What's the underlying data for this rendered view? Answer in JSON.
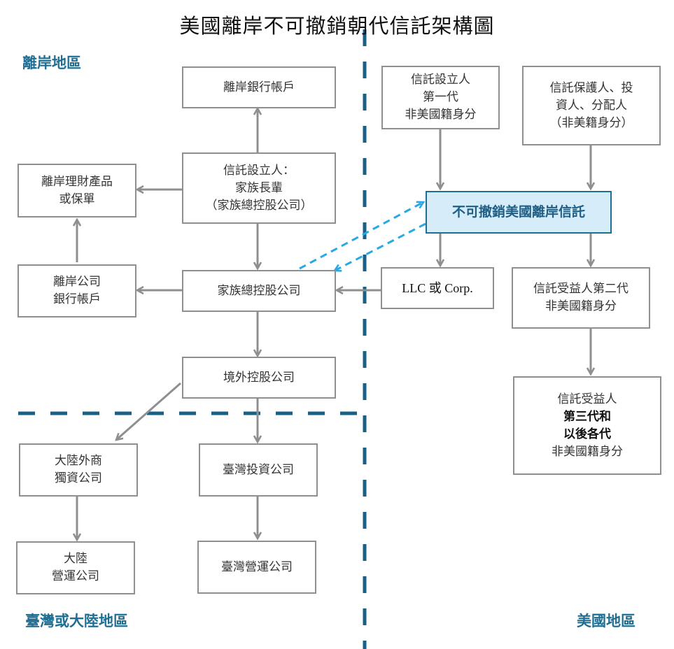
{
  "title": "美國離岸不可撤銷朝代信託架構圖",
  "regions": {
    "offshore": "離岸地區",
    "taiwan_mainland": "臺灣或大陸地區",
    "usa": "美國地區"
  },
  "nodes": {
    "offshore_bank": [
      "離岸銀行帳戶"
    ],
    "settlor_elder": [
      "信託設立人：",
      "家族長輩",
      "（家族總控股公司）"
    ],
    "offshore_products": [
      "離岸理財產品",
      "或保單"
    ],
    "offshore_company_bank": [
      "離岸公司",
      "銀行帳戶"
    ],
    "family_holding": [
      "家族總控股公司"
    ],
    "overseas_holding": [
      "境外控股公司"
    ],
    "mainland_wfoe": [
      "大陸外商",
      "獨資公司"
    ],
    "mainland_operating": [
      "大陸",
      "營運公司"
    ],
    "taiwan_investment": [
      "臺灣投資公司"
    ],
    "taiwan_operating": [
      "臺灣營運公司"
    ],
    "settlor_first_gen": [
      "信託設立人",
      "第一代",
      "非美國籍身分"
    ],
    "protector": [
      "信託保護人、投",
      "資人、分配人",
      "（非美籍身分）"
    ],
    "trust": [
      "不可撤銷美國離岸信託"
    ],
    "llc": [
      "LLC 或 Corp."
    ],
    "beneficiary_second": [
      "信託受益人第二代",
      "非美國籍身分"
    ],
    "beneficiary_third": [
      "信託受益人",
      "第三代和",
      "以後各代",
      "非美國籍身分"
    ]
  },
  "colors": {
    "region_text": "#1f6e94",
    "divider": "#1a5f85",
    "arrow": "#8f8f8f",
    "dashed_link": "#29a8e6",
    "trust_fill": "#d6ecf8",
    "trust_border": "#1f6e94"
  }
}
